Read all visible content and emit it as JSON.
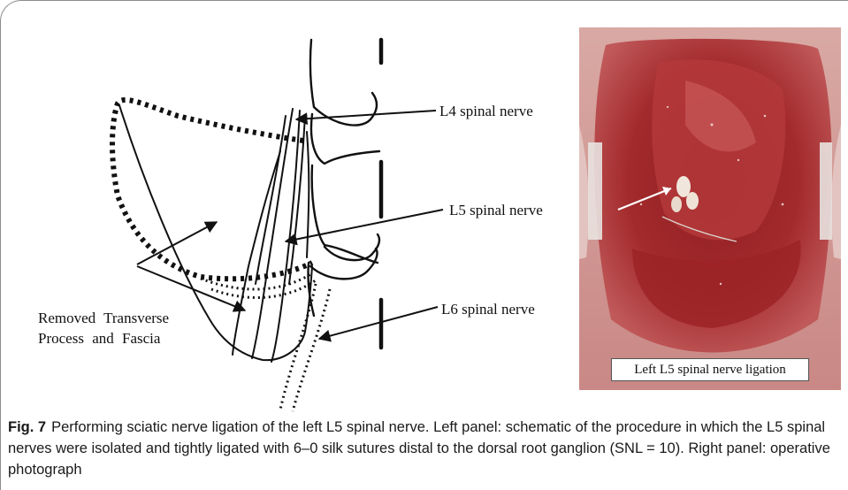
{
  "schematic": {
    "labels": {
      "l4": "L4 spinal nerve",
      "l5": "L5 spinal nerve",
      "l6": "L6 spinal nerve",
      "removed_line1": "Removed Transverse",
      "removed_line2": "Process and Fascia"
    }
  },
  "photo": {
    "caption": "Left L5 spinal nerve ligation"
  },
  "figure_caption": {
    "label": "Fig. 7",
    "text": "Performing sciatic nerve ligation of the left L5 spinal nerve. Left panel: schematic of the procedure in which the L5 spinal nerves were isolated and tightly ligated with 6–0 silk sutures distal to the dorsal root ganglion (SNL = 10). Right panel: operative photograph"
  },
  "colors": {
    "line": "#111111",
    "tissue": "#a73a3a",
    "frame": "#8c8c8c"
  }
}
